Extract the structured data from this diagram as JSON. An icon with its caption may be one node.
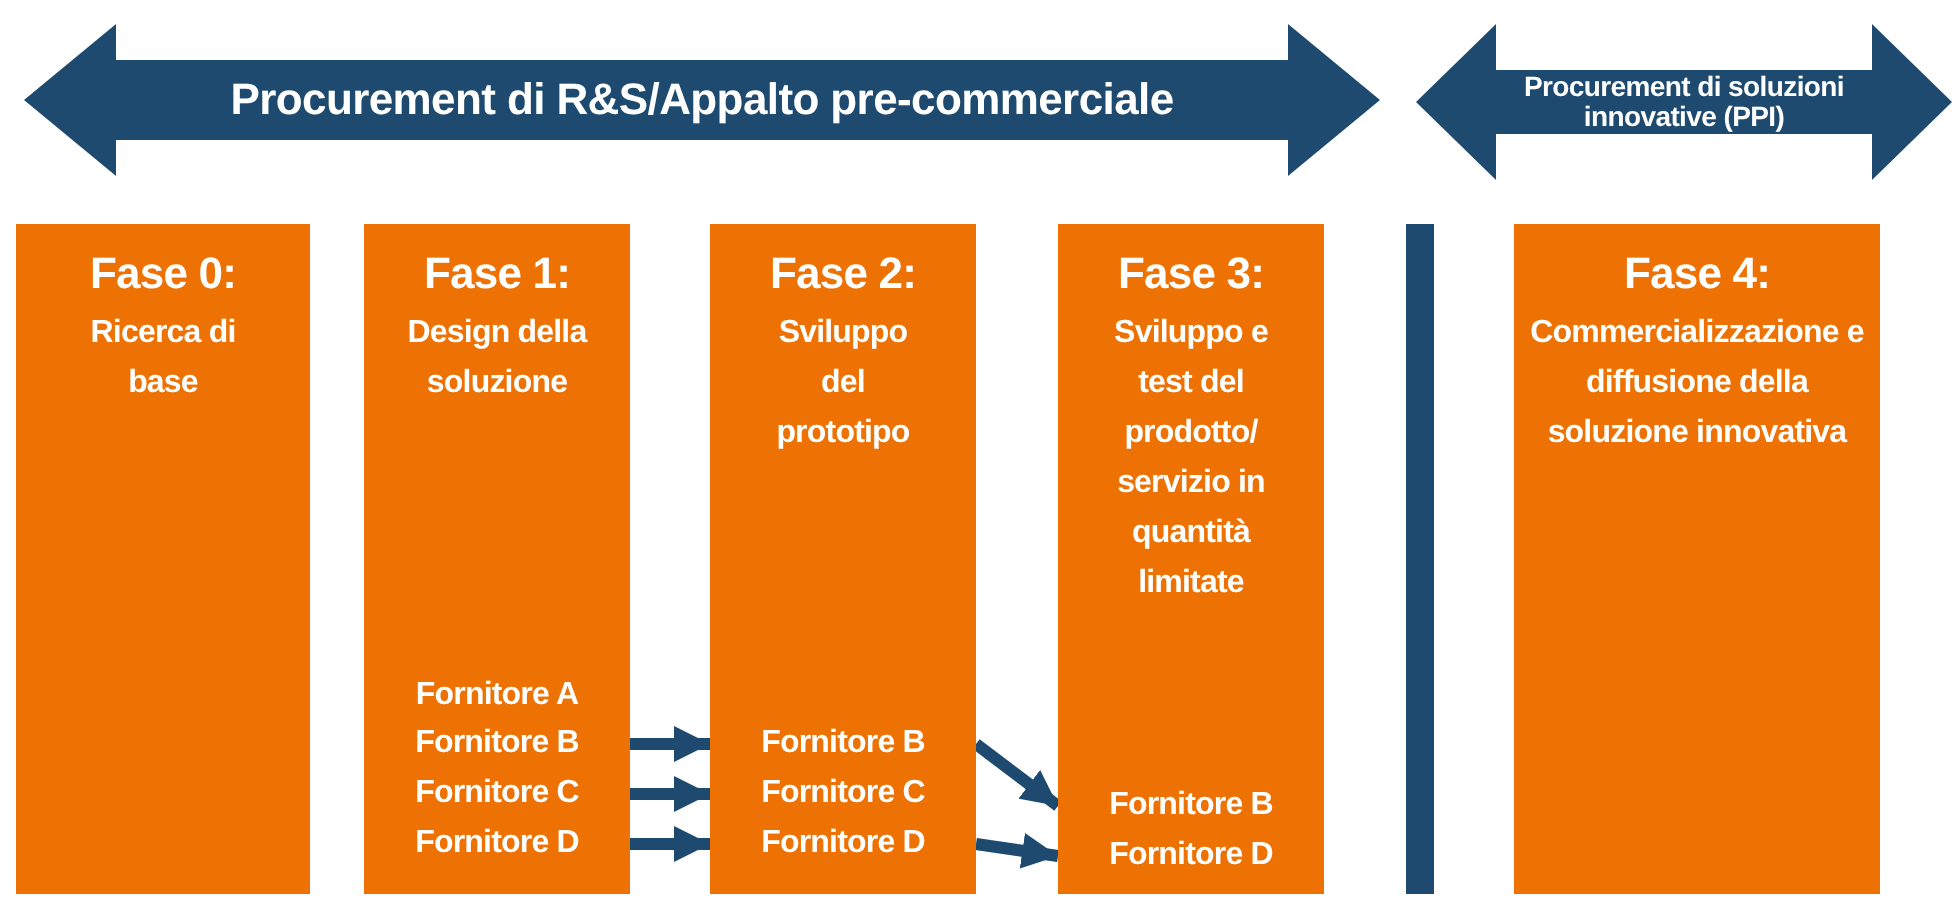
{
  "diagram": {
    "nodes": [
      {
        "text": [
          "Procurement di R&S/Appalto pre-commerciale"
        ]
      },
      {
        "text": [
          "Procurement di soluzioni innovative (PPI)"
        ]
      },
      {
        "text": [
          "Fase 0:",
          "Ricerca di base"
        ]
      },
      {
        "text": [
          "Fase 1:",
          "Design della soluzione"
        ]
      },
      {
        "text": [
          "Fornitore A"
        ],
        "in": 3
      },
      {
        "text": [
          "Fornitore B"
        ],
        "in": 3
      },
      {
        "text": [
          "Fornitore C"
        ],
        "in": 3
      },
      {
        "text": [
          "Fornitore D"
        ],
        "in": 3
      },
      {
        "text": [
          "Fase 2:",
          "Sviluppo del prototipo"
        ]
      },
      {
        "text": [
          "Fornitore B"
        ],
        "in": 8
      },
      {
        "text": [
          "Fornitore C"
        ],
        "in": 8
      },
      {
        "text": [
          "Fornitore D"
        ],
        "in": 8
      },
      {
        "text": [
          "Fase 3:",
          "Sviluppo e test del prodotto/ servizio in quantità limitate"
        ]
      },
      {
        "text": [
          "Fornitore B"
        ],
        "in": 12
      },
      {
        "text": [
          "Fornitore D"
        ],
        "in": 12
      },
      {
        "text": [],
        "shape": "bar"
      },
      {
        "text": [
          "Fase 4:",
          "Commercializzazione e diffusione della soluzione innovativa"
        ]
      }
    ],
    "edges": [
      {
        "from": 5,
        "to": 9,
        "arrow": "to"
      },
      {
        "from": 6,
        "to": 10,
        "arrow": "to"
      },
      {
        "from": 7,
        "to": 11,
        "arrow": "to"
      },
      {
        "from": 9,
        "to": 13,
        "arrow": "to"
      },
      {
        "from": 11,
        "to": 14,
        "arrow": "to"
      }
    ]
  }
}
